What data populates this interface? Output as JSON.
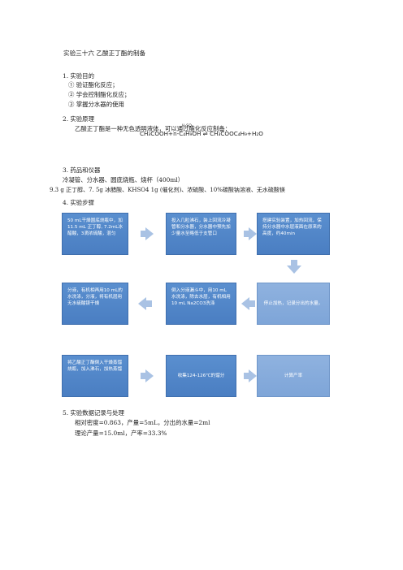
{
  "title": "实验三十六   乙酸正丁酯的制备",
  "s1": {
    "heading": "1.   实验目的",
    "items": [
      "①   验证酯化反应；",
      "②   学会控制酯化反应；",
      "③   掌握分水器的使用"
    ]
  },
  "s2": {
    "heading": "2.   实验原理",
    "text": "乙酸正丁酯是一种无色透明液体，可以通过酯化反应制备：",
    "condition": "H₂SO₄",
    "formula_left": "CH₃COOH+n-C₄H₉OH",
    "formula_eq": "⇌",
    "formula_right": "CH₃COOC₄H₉+H₂O"
  },
  "s3": {
    "heading": "3.   药品和仪器",
    "line1": "冷凝管、分水器、圆底烧瓶、烧杯（400ml）",
    "line2": "9.3 g 正丁醇、7. 5g 冰醋酸、KHSO4 1g (催化剂)、浓硫酸、10%碳酸钠溶液、无水硫酸镁"
  },
  "s4": {
    "heading": "4.   实验步骤",
    "steps": [
      "50 mL干燥圆底烧瓶中，加11.5 mL 正丁醇, 7.2mL冰醋酸，3滴浓硫酸，混匀",
      "投入几粒沸石，装上回流冷凝管和分水器，分水器中预先加少量水至略低于支管口",
      "搭建实验装置，加热回流，保持分水器中水层液面在原来的高度，约40min",
      "停止加热，记录分出的水量。",
      "倒入分液漏斗中，用10 mL水洗涤，除去水层，有机相用10 mL Na2CO3洗涤",
      "分液，有机相再用10 mL的水洗涤，分液，将有机层用无水硫酸镁干燥",
      "将乙酸正丁酯倒入干燥蒸馏烧瓶，加入沸石，加热蒸馏",
      "收集124-126℃的馏分",
      "计算产率"
    ]
  },
  "s5": {
    "heading": "5.   实验数据记录与处理",
    "line1": "相对密度=0.863，产量=5mL，分出的水量=2ml",
    "line2": "理论产量=15.0ml，产率=33.3%"
  },
  "colors": {
    "box": "#4a7ec2",
    "box_light": "#7ea5d8",
    "arrow": "#a9c2e4"
  }
}
